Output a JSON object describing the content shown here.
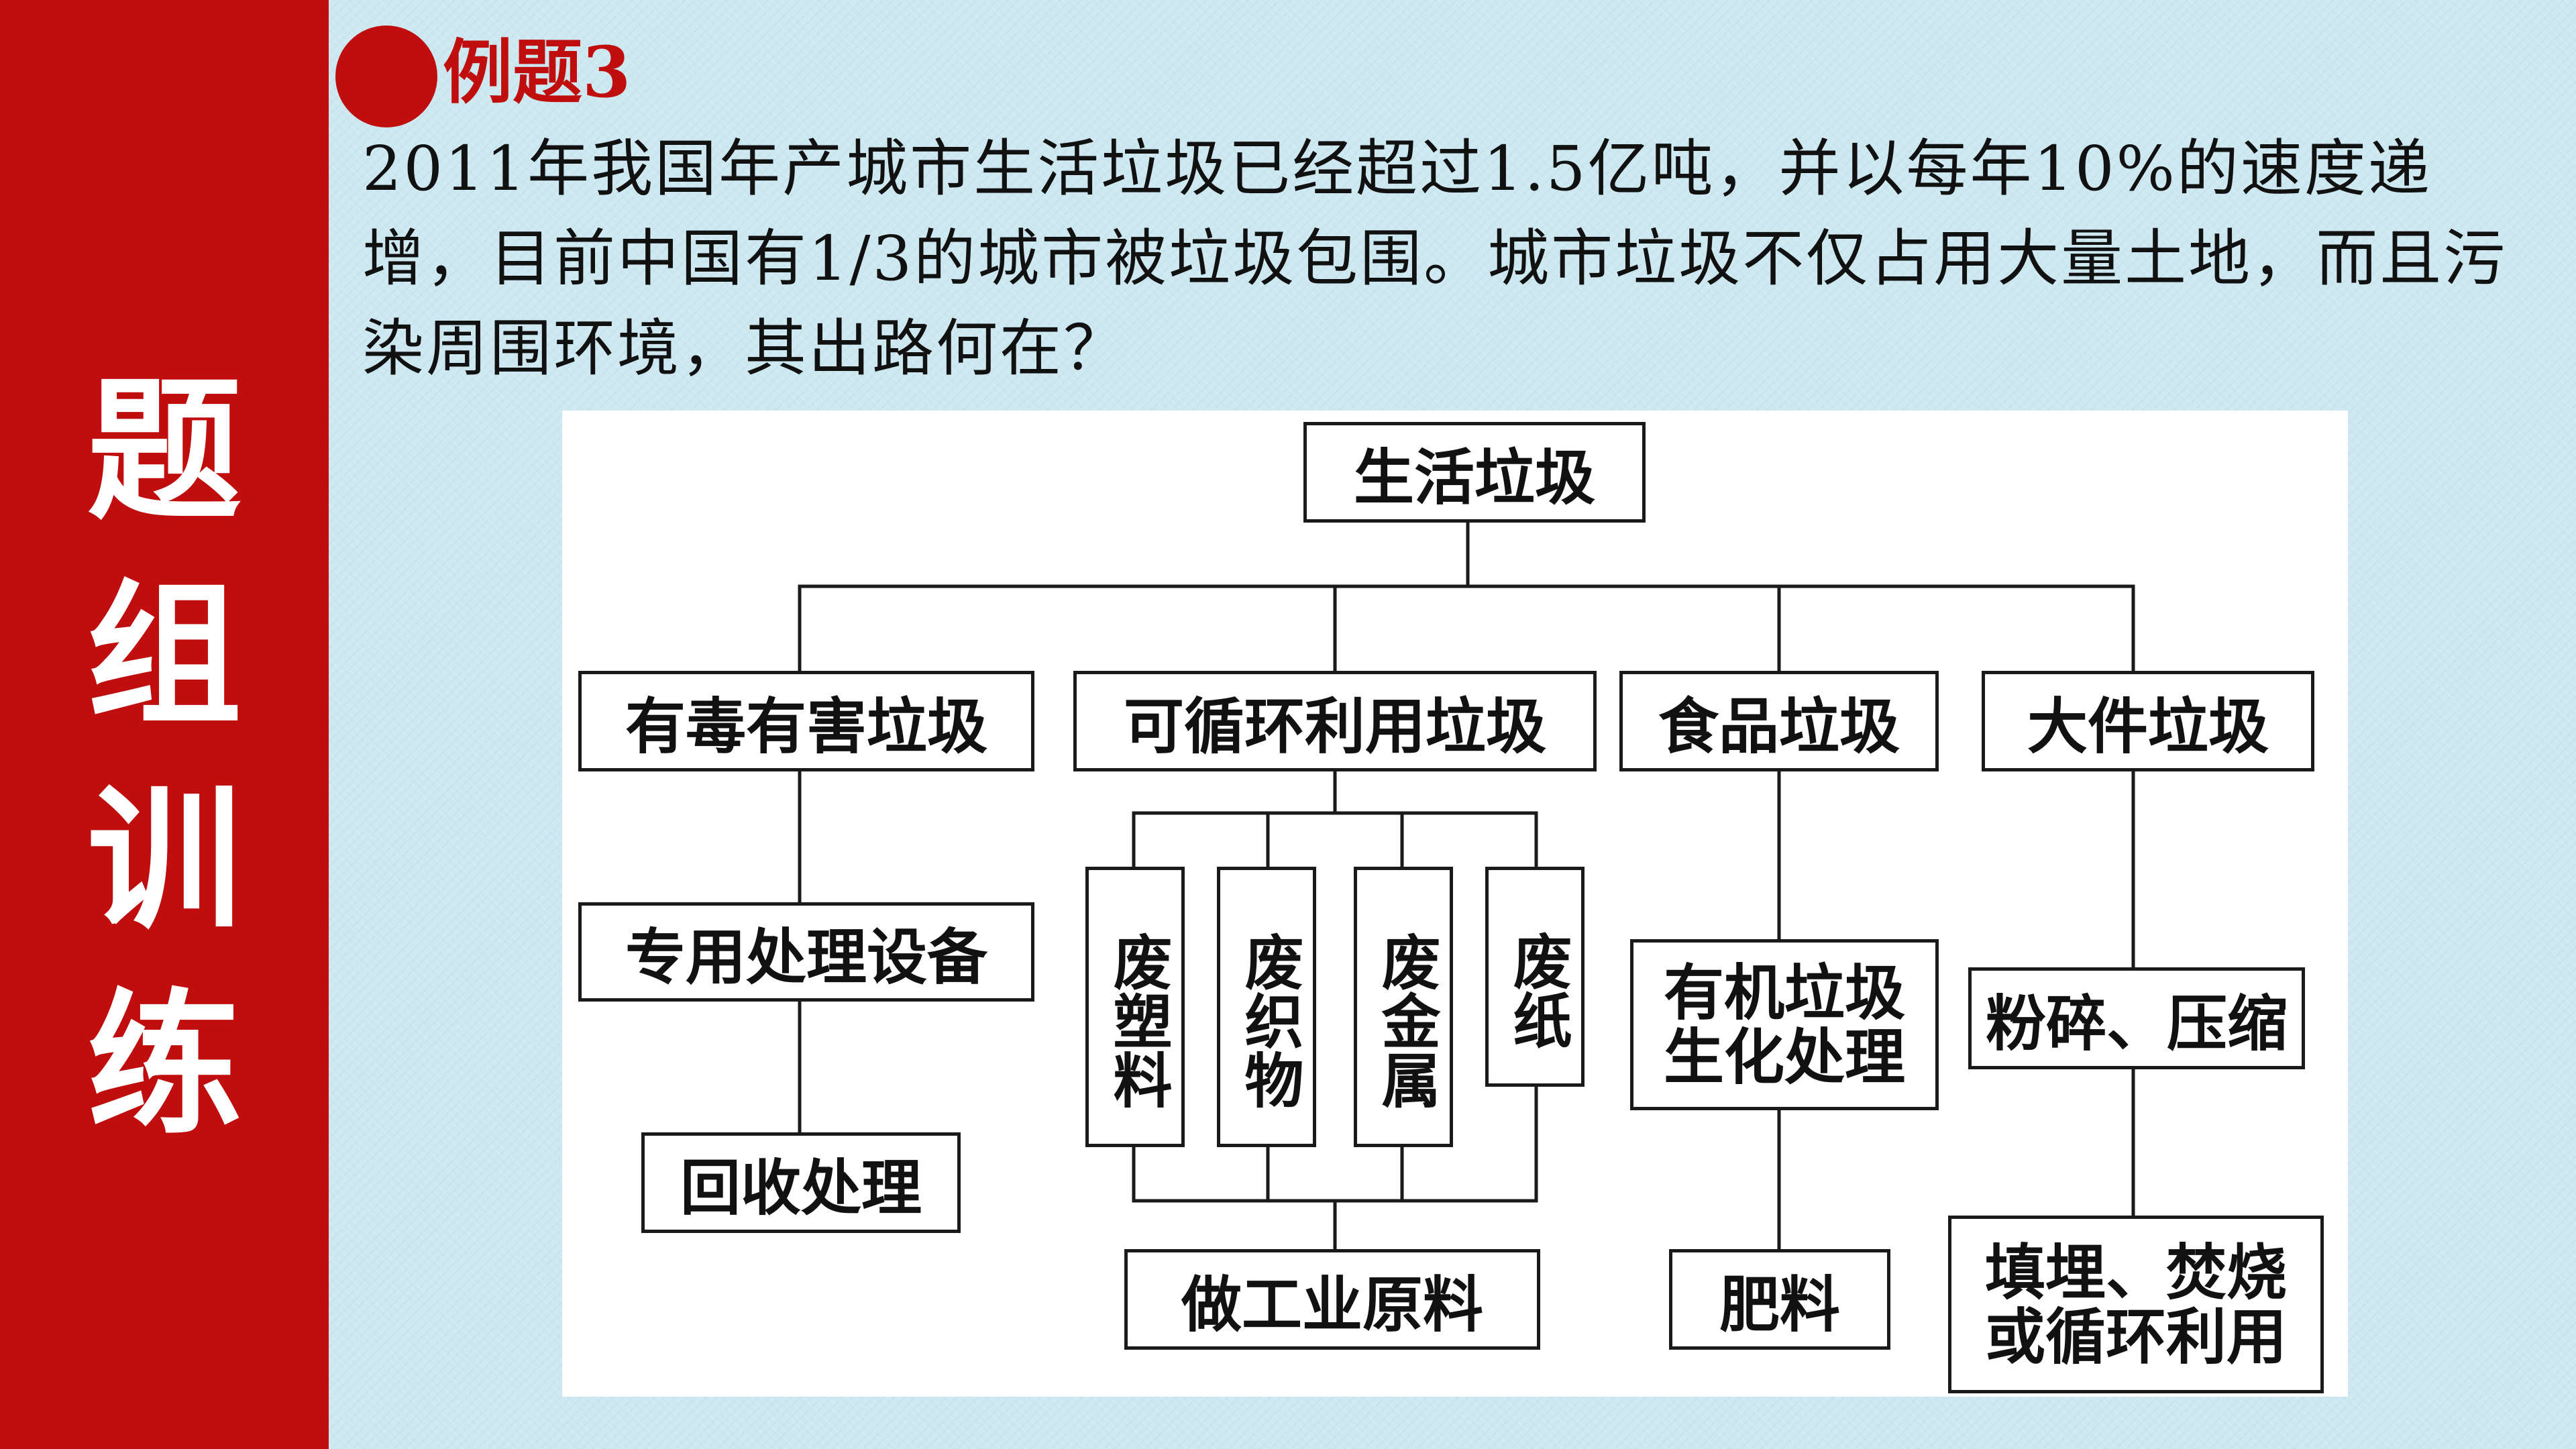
{
  "sidebar": {
    "chars": [
      "题",
      "组",
      "训",
      "练"
    ]
  },
  "example": {
    "title": "例题3"
  },
  "question": {
    "text": "2011年我国年产城市生活垃圾已经超过1.5亿吨，并以每年10%的速度递增，目前中国有1/3的城市被垃圾包围。城市垃圾不仅占用大量土地，而且污染周围环境，其出路何在？"
  },
  "colors": {
    "accent": "#c00d0d",
    "background": "#cde8f0",
    "panel": "#ffffff"
  },
  "diagram": {
    "root": "生活垃圾",
    "categories": {
      "toxic": "有毒有害垃圾",
      "recyclable": "可循环利用垃圾",
      "food": "食品垃圾",
      "bulky": "大件垃圾"
    },
    "toxic_steps": [
      "专用处理设备",
      "回收处理"
    ],
    "recyclable_items": [
      "废塑料",
      "废织物",
      "废金属",
      "废纸"
    ],
    "recyclable_result": "做工业原料",
    "food_steps": [
      "有机垃圾生化处理",
      "肥料"
    ],
    "bulky_steps": [
      "粉碎、压缩",
      "填埋、焚烧或循环利用"
    ]
  }
}
